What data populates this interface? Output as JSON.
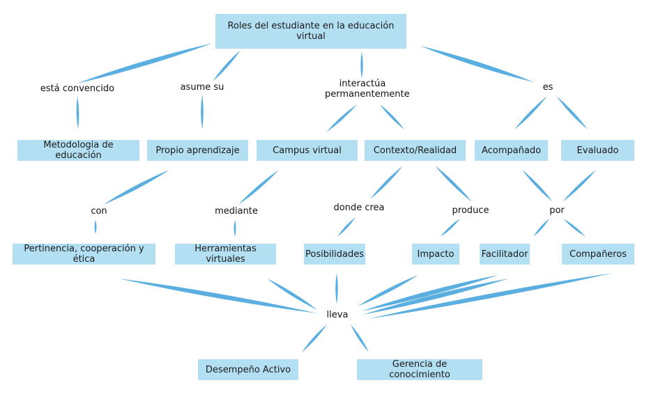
{
  "colors": {
    "node_fill": "#b3dff2",
    "connector": "#5aaee0",
    "text": "#1a1a1a"
  },
  "nodes": {
    "root": "Roles del estudiante en la educación virtual",
    "metodologia": "Metodologia de educación",
    "propio": "Propio aprendizaje",
    "campus": "Campus virtual",
    "contexto": "Contexto/Realidad",
    "acompanado": "Acompañado",
    "evaluado": "Evaluado",
    "pertinencia": "Pertinencia, cooperación y ética",
    "herramientas": "Herramientas virtuales",
    "posibilidades": "Posibilidades",
    "impacto": "Impacto",
    "facilitador": "Facilitador",
    "companeros": "Compañeros",
    "desempeno": "Desempeño Activo",
    "gerencia": "Gerencia de conocimiento"
  },
  "links": {
    "esta_convencido": "está convencido",
    "asume_su": "asume su",
    "interactua": "interactúa permanentemente",
    "es": "es",
    "con": "con",
    "mediante": "mediante",
    "donde_crea": "donde crea",
    "produce": "produce",
    "por": "por",
    "lleva": "lleva"
  }
}
